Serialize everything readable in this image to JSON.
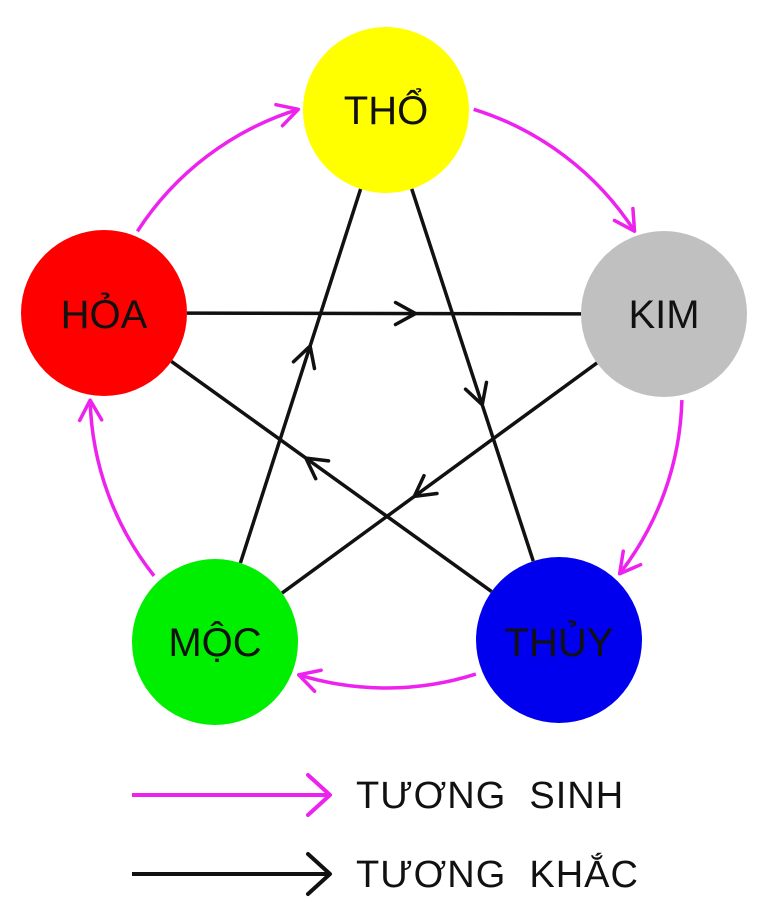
{
  "colors": {
    "sinh": "#ee22ee",
    "khac": "#111111"
  },
  "nodes": {
    "tho": {
      "label": "THỔ",
      "color": "#ffff00"
    },
    "kim": {
      "label": "KIM",
      "color": "#c0c0c0"
    },
    "thuy": {
      "label": "THỦY",
      "color": "#0000ee"
    },
    "moc": {
      "label": "MỘC",
      "color": "#00ee00"
    },
    "hoa": {
      "label": "HỎA",
      "color": "#ff0000"
    }
  },
  "cycles": {
    "sinh": [
      [
        "hoa",
        "tho"
      ],
      [
        "tho",
        "kim"
      ],
      [
        "kim",
        "thuy"
      ],
      [
        "thuy",
        "moc"
      ],
      [
        "moc",
        "hoa"
      ]
    ],
    "khac": [
      [
        "hoa",
        "kim"
      ],
      [
        "kim",
        "moc"
      ],
      [
        "moc",
        "tho"
      ],
      [
        "tho",
        "thuy"
      ],
      [
        "thuy",
        "hoa"
      ]
    ]
  },
  "legend": {
    "sinh_label": "TƯƠNG  SINH",
    "khac_label": "TƯƠNG  KHẮC"
  }
}
